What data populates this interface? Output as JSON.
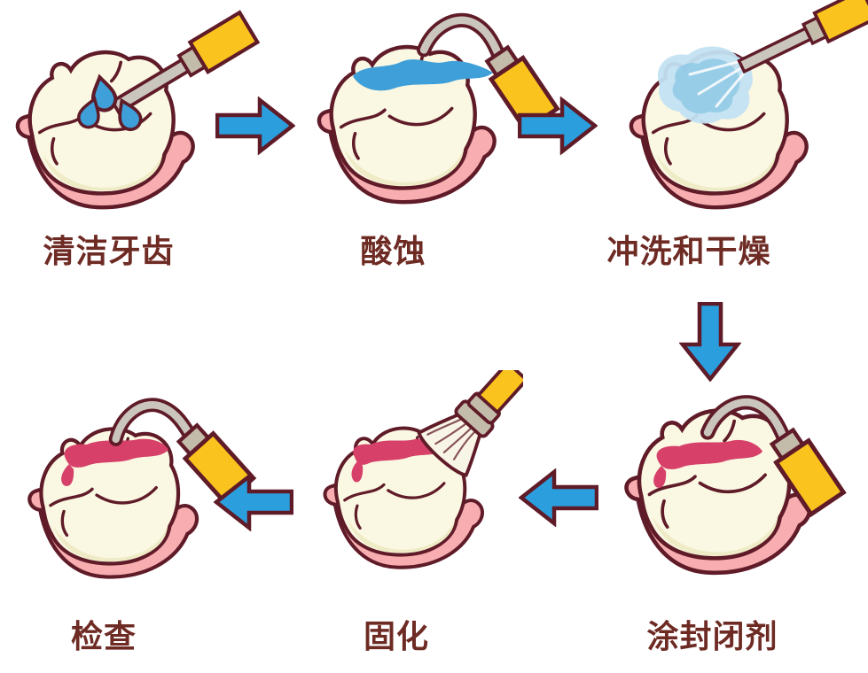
{
  "diagram": {
    "kind": "procedure-flow-illustration",
    "panel_count": 6
  },
  "steps": [
    {
      "order": 1,
      "label": "清洁牙齿",
      "position": "top-left"
    },
    {
      "order": 2,
      "label": "酸蚀",
      "position": "top-center"
    },
    {
      "order": 3,
      "label": "冲洗和干燥",
      "position": "top-right"
    },
    {
      "order": 4,
      "label": "涂封闭剂",
      "position": "bottom-right"
    },
    {
      "order": 5,
      "label": "固化",
      "position": "bottom-center"
    },
    {
      "order": 6,
      "label": "检查",
      "position": "bottom-left"
    }
  ],
  "arrows": [
    {
      "from": "清洁牙齿",
      "to": "酸蚀",
      "direction": "right"
    },
    {
      "from": "酸蚀",
      "to": "冲洗和干燥",
      "direction": "right"
    },
    {
      "from": "冲洗和干燥",
      "to": "涂封闭剂",
      "direction": "down"
    },
    {
      "from": "涂封闭剂",
      "to": "固化",
      "direction": "left"
    },
    {
      "from": "固化",
      "to": "检查",
      "direction": "left"
    }
  ],
  "colors": {
    "outline": "#5f1b28",
    "text": "#6e2b24",
    "arrowBlue": "#2b9edd",
    "tooth": "#faf7e2",
    "toothShade": "#eeebc6",
    "gum": "#f8aeb0",
    "gumShade": "#f28b90",
    "liquid": "#3e9fd9",
    "spray": "#8fc9e6",
    "sprayLight": "#c2e2f2",
    "sealant": "#d64069",
    "toolGray": "#cbc6bd",
    "collarGray": "#c4bcab",
    "handleYellow": "#fbc31d",
    "bristle": "#f8f4e6"
  }
}
